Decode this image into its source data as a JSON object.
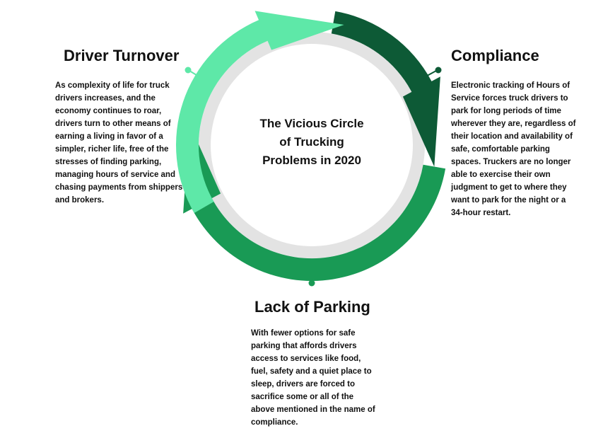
{
  "center_title": {
    "line1": "The Vicious Circle",
    "line2": "of Trucking",
    "line3": "Problems in 2020"
  },
  "driver_turnover": {
    "heading": "Driver Turnover",
    "body": "As complexity of life for truck drivers increases, and the economy continues to roar, drivers turn to other means of earning a living in favor of a simpler, richer life, free of the stresses of finding parking, managing hours of service and chasing payments from shippers and brokers."
  },
  "compliance": {
    "heading": "Compliance",
    "body": "Electronic tracking of Hours of Service forces truck drivers to park for long periods of time wherever they are, regardless of their location and availability of safe, comfortable parking spaces.  Truckers are no longer able to exercise their own judgment to get to where they want to park for the night or a 34-hour restart."
  },
  "lack_of_parking": {
    "heading": "Lack of Parking",
    "body": "With fewer options for safe parking that affords drivers access to services like food, fuel, safety and a quiet place to sleep, drivers are forced to sacrifice some or all of the above mentioned in the name of compliance."
  },
  "colors": {
    "light_green": "#5ee8a8",
    "dark_green": "#0d5a36",
    "mid_green": "#199a55",
    "center_gray": "#e3e3e3",
    "text": "#111111"
  }
}
